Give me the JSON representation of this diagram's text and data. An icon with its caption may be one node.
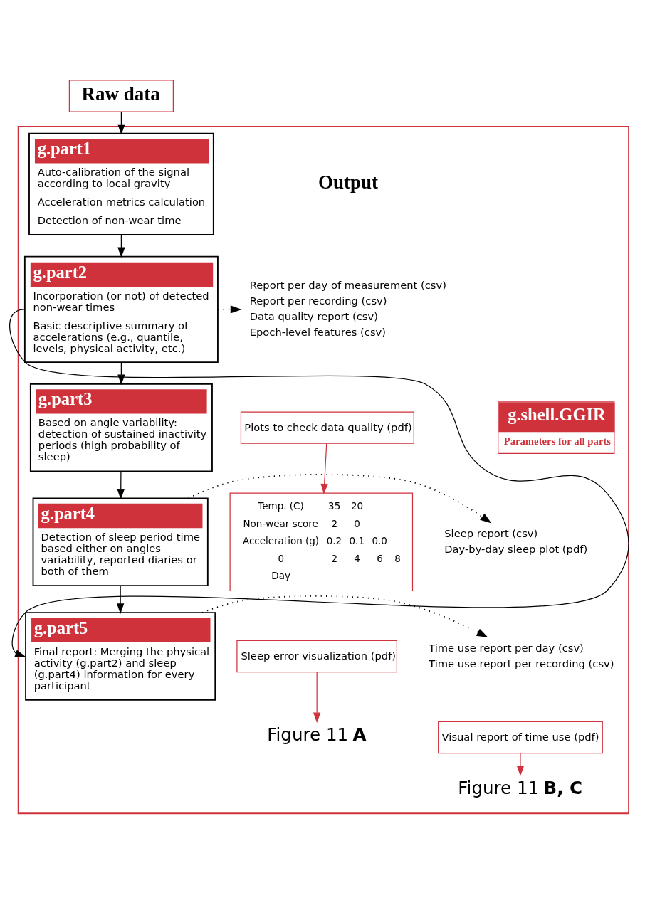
{
  "diagram": {
    "nodes": [
      {
        "text": [],
        "shape": "box"
      },
      {
        "text": [
          "Raw data"
        ]
      },
      {
        "text": [
          "g.shell.GGIR",
          "Parameters for all parts"
        ],
        "in": 0
      },
      {
        "text": [
          "g.part1",
          "Auto-calibration of the signal according to local gravity",
          "Acceleration metrics calculation",
          "Detection of non-wear time"
        ],
        "in": 0
      },
      {
        "text": [
          "g.part2",
          "Incorporation (or not) of detected non-wear times",
          "Basic descriptive summary of accelerations (e.g., quantile, levels, physical activity, etc.)"
        ],
        "in": 0
      },
      {
        "text": [
          "g.part3",
          "Based on angle variability: detection of sustained inactivity periods (high probability of sleep)"
        ],
        "in": 0
      },
      {
        "text": [
          "g.part4",
          "Detection of sleep period time based either on angles variability, reported diaries or both of them"
        ],
        "in": 0
      },
      {
        "text": [
          "g.part5",
          "Final report: Merging the physical activity (g.part2) and sleep (g.part4) information for every participant"
        ],
        "in": 0
      },
      {
        "text": [
          "Report per day of measurement (csv)",
          "Report per recording (csv)",
          "Data quality report (csv)",
          "Epoch-level features (csv)"
        ],
        "in": 0
      },
      {
        "text": [
          "Plots to check data quality (pdf)"
        ],
        "in": 0
      },
      {
        "text": [
          "Temp. (C)",
          "35",
          "20",
          "Non-wear score",
          "2",
          "0",
          "Acceleration (g)",
          "0.2",
          "0.1",
          "0.0",
          "0",
          "2",
          "4",
          "6",
          "8",
          "Day"
        ],
        "in": 0
      },
      {
        "text": [
          "Sleep report (csv)",
          "Day-by-day sleep plot (pdf)"
        ],
        "in": 0
      },
      {
        "text": [
          "Sleep error visualization (pdf)"
        ],
        "in": 0
      },
      {
        "text": [
          "Figure 11 **A**"
        ],
        "in": 0
      },
      {
        "text": [
          "Time use report per day (csv)",
          "Time use report per recording (csv)"
        ],
        "in": 0
      },
      {
        "text": [
          "Visual report of time use (pdf)"
        ],
        "in": 0
      },
      {
        "text": [
          "Figure 11 **B, C**"
        ],
        "in": 0
      }
    ],
    "edges": [
      {
        "from": 1,
        "to": 3,
        "arrow": "to"
      },
      {
        "from": 3,
        "to": 4,
        "arrow": "to"
      },
      {
        "from": 4,
        "to": 5,
        "arrow": "to"
      },
      {
        "from": 5,
        "to": 6,
        "arrow": "to"
      },
      {
        "from": 6,
        "to": 7,
        "arrow": "to"
      },
      {
        "from": 4,
        "to": 7,
        "arrow": "to"
      },
      {
        "from": 4,
        "to": 8,
        "arrow": "to",
        "style": "dashed"
      },
      {
        "from": 9,
        "to": 10,
        "arrow": "to",
        "color": "#d0323c"
      },
      {
        "from": 6,
        "to": 11,
        "arrow": "to",
        "style": "dashed"
      },
      {
        "from": 12,
        "to": 13,
        "arrow": "to",
        "color": "#d0323c"
      },
      {
        "from": 7,
        "to": 14,
        "arrow": "to",
        "style": "dashed"
      },
      {
        "from": 15,
        "to": 16,
        "arrow": "to",
        "color": "#d0323c"
      }
    ],
    "labels": [
      "Output"
    ]
  }
}
